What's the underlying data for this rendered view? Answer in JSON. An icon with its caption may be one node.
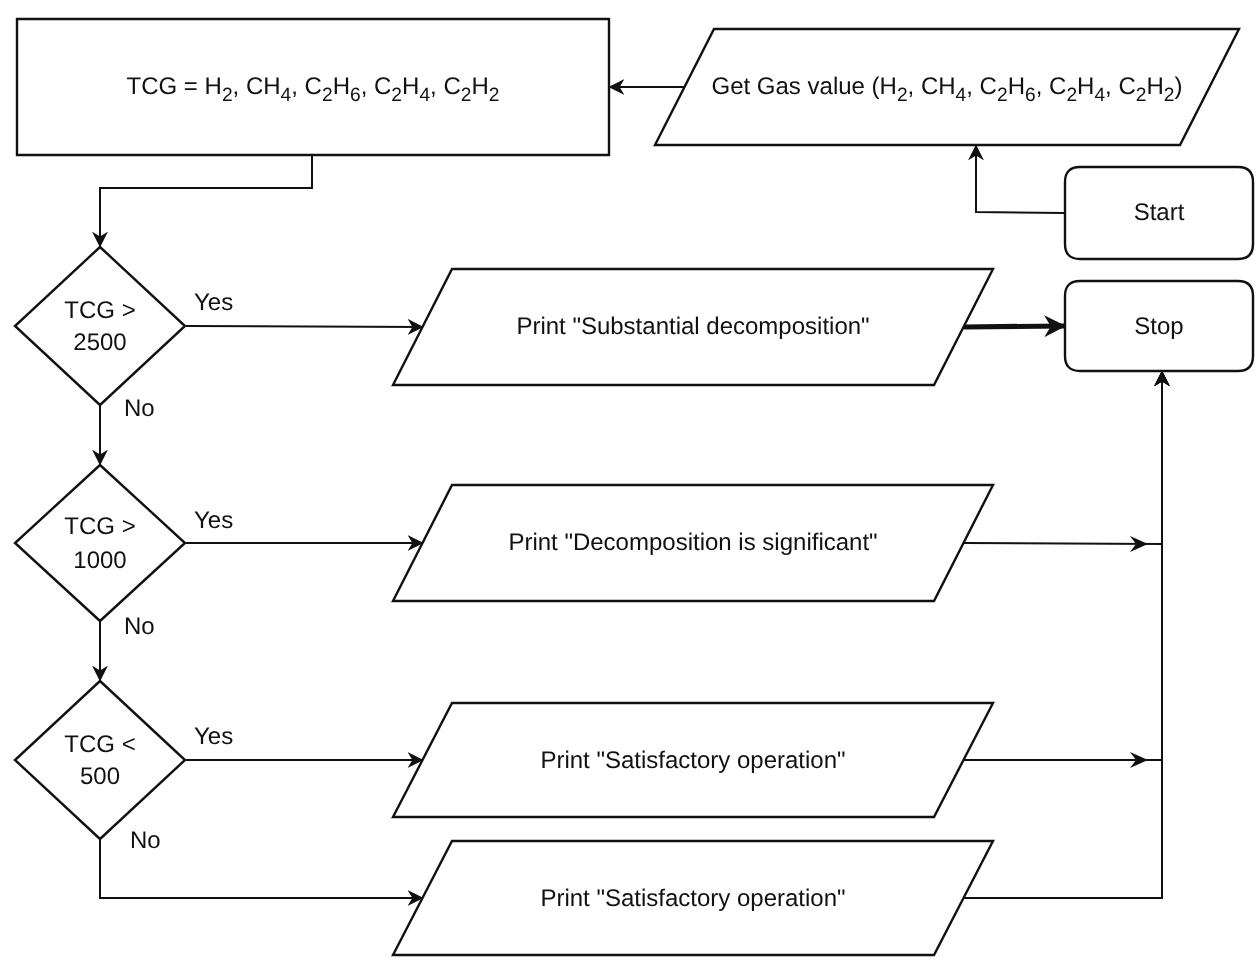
{
  "diagram": {
    "nodes": [
      {
        "text": [
          "TCG = H$_{2}$, CH$_{4}$, C$_{2}$H$_{6}$, C$_{2}$H$_{4}$, C$_{2}$H$_{2}$"
        ]
      },
      {
        "text": [
          "Get Gas value (H$_{2}$, CH$_{4}$, C$_{2}$H$_{6}$, C$_{2}$H$_{4}$, C$_{2}$H$_{2}$)"
        ]
      },
      {
        "text": [
          "Start"
        ]
      },
      {
        "text": [
          "TCG > 2500"
        ]
      },
      {
        "text": [
          "Print \"Substantial decomposition\""
        ]
      },
      {
        "text": [
          "Stop"
        ]
      },
      {
        "text": [
          "TCG > 1000"
        ]
      },
      {
        "text": [
          "Print \"Decomposition is significant\""
        ]
      },
      {
        "text": [
          "TCG < 500"
        ]
      },
      {
        "text": [
          "Print \"Satisfactory operation\""
        ]
      },
      {
        "text": [
          "Print \"Satisfactory operation\""
        ]
      }
    ],
    "edges": [
      {
        "from": 2,
        "to": 1,
        "arrow": "to"
      },
      {
        "from": 1,
        "to": 0,
        "arrow": "to"
      },
      {
        "from": 0,
        "to": 3,
        "arrow": "to"
      },
      {
        "from": 3,
        "to": 4,
        "arrow": "to",
        "label": "Yes"
      },
      {
        "from": 4,
        "to": 5,
        "arrow": "to",
        "style": "thick"
      },
      {
        "from": 3,
        "to": 6,
        "arrow": "to",
        "label": "No"
      },
      {
        "from": 6,
        "to": 7,
        "arrow": "to",
        "label": "Yes"
      },
      {
        "from": 7,
        "to": 5,
        "arrow": "to"
      },
      {
        "from": 6,
        "to": 8,
        "arrow": "to",
        "label": "No"
      },
      {
        "from": 8,
        "to": 9,
        "arrow": "to",
        "label": "Yes"
      },
      {
        "from": 9,
        "to": 5,
        "arrow": "to"
      },
      {
        "from": 8,
        "to": 10,
        "arrow": "to",
        "label": "No"
      },
      {
        "from": 10,
        "to": 5,
        "arrow": "to"
      }
    ]
  }
}
